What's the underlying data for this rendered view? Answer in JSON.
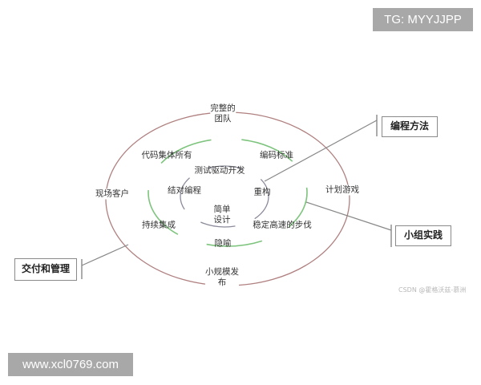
{
  "watermarks": {
    "tg": "TG: MYYJJPP",
    "url": "www.xcl0769.com",
    "csdn": "CSDN @霍格沃兹-慕洲"
  },
  "diagram": {
    "outer_ring": {
      "color": "#b08080",
      "labels": {
        "top": "完整的\n团队",
        "left": "现场客户",
        "right": "计划游戏",
        "bottom": "小规模发\n布"
      }
    },
    "middle_ring": {
      "color": "#7ec47e",
      "labels": {
        "top_left": "代码集体所有",
        "top_right": "编码标准",
        "bottom_left": "持续集成",
        "bottom_right": "稳定高速的步伐",
        "bottom": "隐喻"
      }
    },
    "inner_ring": {
      "color": "#8a8a9a",
      "labels": {
        "top": "测试驱动开发",
        "left": "结对编程",
        "right": "重构",
        "center": "简单\n设计"
      }
    },
    "callouts": {
      "programming": "编程方法",
      "team": "小组实践",
      "delivery": "交付和管理"
    }
  }
}
